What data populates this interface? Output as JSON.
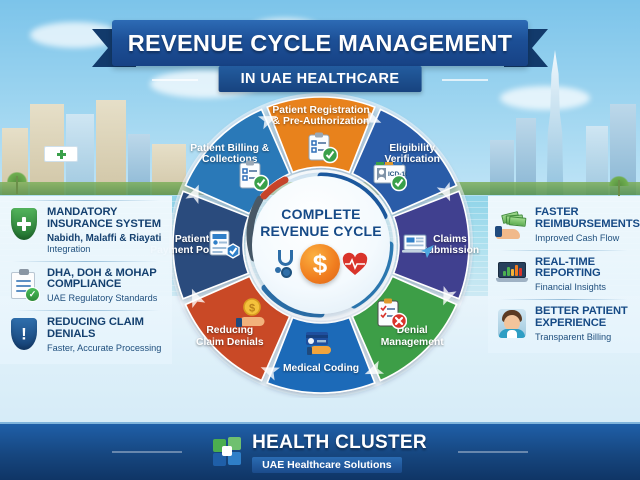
{
  "header": {
    "title": "REVENUE CYCLE MANAGEMENT",
    "subtitle": "IN UAE HEALTHCARE"
  },
  "hub": {
    "line1": "COMPLETE",
    "line2": "REVENUE CYCLE",
    "icons": [
      "stethoscope-icon",
      "dollar-circle-icon",
      "heart-pulse-icon"
    ]
  },
  "wheel": {
    "segments": [
      {
        "id": "patient-registration",
        "label": "Patient Registration\n& Pre-Authorization",
        "color": "#e8821e",
        "icon": "clipboard-check-icon"
      },
      {
        "id": "eligibility-verification",
        "label": "Eligibility\nVerification",
        "color": "#2a5ca8",
        "icon": "id-card-icon",
        "badge": "ICD-10"
      },
      {
        "id": "claims-submission",
        "label": "Claims\nSubmission",
        "color": "#3f3f8f",
        "icon": "laptop-send-icon"
      },
      {
        "id": "denial-management",
        "label": "Denial\nManagement",
        "color": "#3e9e46",
        "icon": "clipboard-x-icon"
      },
      {
        "id": "medical-coding",
        "label": "Medical Coding",
        "color": "#1e6bb8",
        "icon": "card-hand-icon"
      },
      {
        "id": "reducing-claim-denials",
        "label": "Reducing\nClaim Denials",
        "color": "#c94a28",
        "icon": "coin-hand-icon"
      },
      {
        "id": "patient-payment-posting",
        "label": "Patient\nPayment Posting",
        "color": "#2a4c7d",
        "icon": "document-check-icon"
      },
      {
        "id": "patient-billing-collections",
        "label": "Patient Billing &\nCollections",
        "color": "#2979b8",
        "icon": "clipboard-check-icon"
      }
    ]
  },
  "left_panel": {
    "items": [
      {
        "icon": "shield-cross-icon",
        "title": "MANDATORY\nINSURANCE SYSTEM",
        "sub_bold": "Nabidh, Malaffi\n& Riayati",
        "sub": "Integration"
      },
      {
        "icon": "clipboard-check-icon",
        "title": "DHA, DOH & MOHAP\nCOMPLIANCE",
        "sub": "UAE Regulatory Standards"
      },
      {
        "icon": "shield-alert-icon",
        "title": "REDUCING CLAIM\nDENIALS",
        "sub": "Faster, Accurate Processing"
      }
    ]
  },
  "right_panel": {
    "items": [
      {
        "icon": "cash-hand-icon",
        "title": "FASTER\nREIMBURSEMENTS",
        "sub": "Improved Cash Flow"
      },
      {
        "icon": "laptop-chart-icon",
        "title": "REAL-TIME\nREPORTING",
        "sub": "Financial Insights"
      },
      {
        "icon": "patient-avatar-icon",
        "title": "BETTER PATIENT\nEXPERIENCE",
        "sub": "Transparent Billing"
      }
    ]
  },
  "footer": {
    "brand": "HEALTH CLUSTER",
    "tagline": "UAE Healthcare Solutions",
    "logo_icon": "health-cluster-logo-icon"
  },
  "colors": {
    "navy": "#16467f",
    "accent_orange": "#f07c1e",
    "accent_green": "#3aa04a",
    "accent_red": "#d9342b",
    "sky": "#9ed5f0"
  }
}
